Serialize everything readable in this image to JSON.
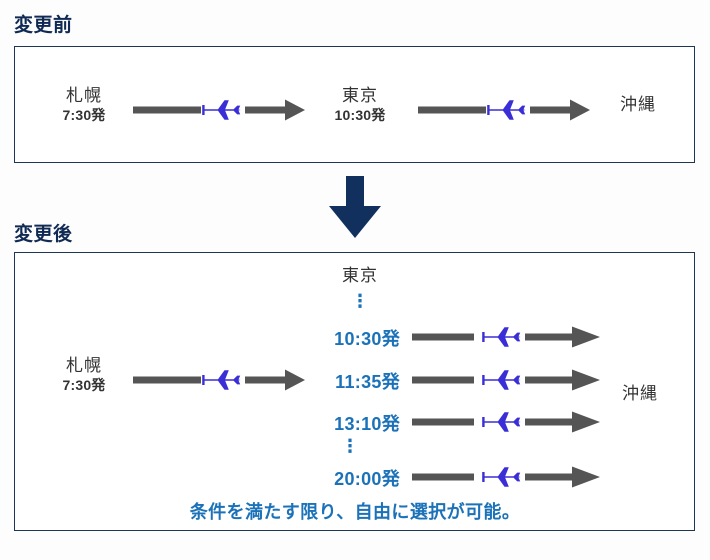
{
  "page": {
    "background": "#f2f2f2",
    "canvas": "#fdfdfd"
  },
  "colors": {
    "heading": "#102a54",
    "panel_border": "#1d3557",
    "plane": "#3a2fd6",
    "arrow": "#555555",
    "blue_text": "#1b72b8",
    "body_text": "#333333",
    "down_arrow": "#12305e"
  },
  "sections": {
    "before": {
      "title": "変更前",
      "origin": {
        "name": "札幌",
        "time": "7:30発"
      },
      "transit": {
        "name": "東京",
        "time": "10:30発"
      },
      "destination": {
        "name": "沖縄"
      },
      "legs": [
        {
          "id": "sapporo-tokyo",
          "icon": "airplane-icon"
        },
        {
          "id": "tokyo-okinawa",
          "icon": "airplane-icon"
        }
      ]
    },
    "after": {
      "title": "変更後",
      "origin": {
        "name": "札幌",
        "time": "7:30発"
      },
      "transit": {
        "name": "東京"
      },
      "destination": {
        "name": "沖縄"
      },
      "ellipsis_top": "⋮",
      "ellipsis_mid": "⋮",
      "departures": [
        {
          "time": "10:30発",
          "icon": "airplane-icon"
        },
        {
          "time": "11:35発",
          "icon": "airplane-icon"
        },
        {
          "time": "13:10発",
          "icon": "airplane-icon"
        },
        {
          "time": "20:00発",
          "icon": "airplane-icon"
        }
      ],
      "first_leg": {
        "id": "sapporo-tokyo",
        "icon": "airplane-icon"
      },
      "caption": "条件を満たす限り、自由に選択が可能。"
    }
  },
  "transition": {
    "icon": "down-arrow-icon"
  }
}
